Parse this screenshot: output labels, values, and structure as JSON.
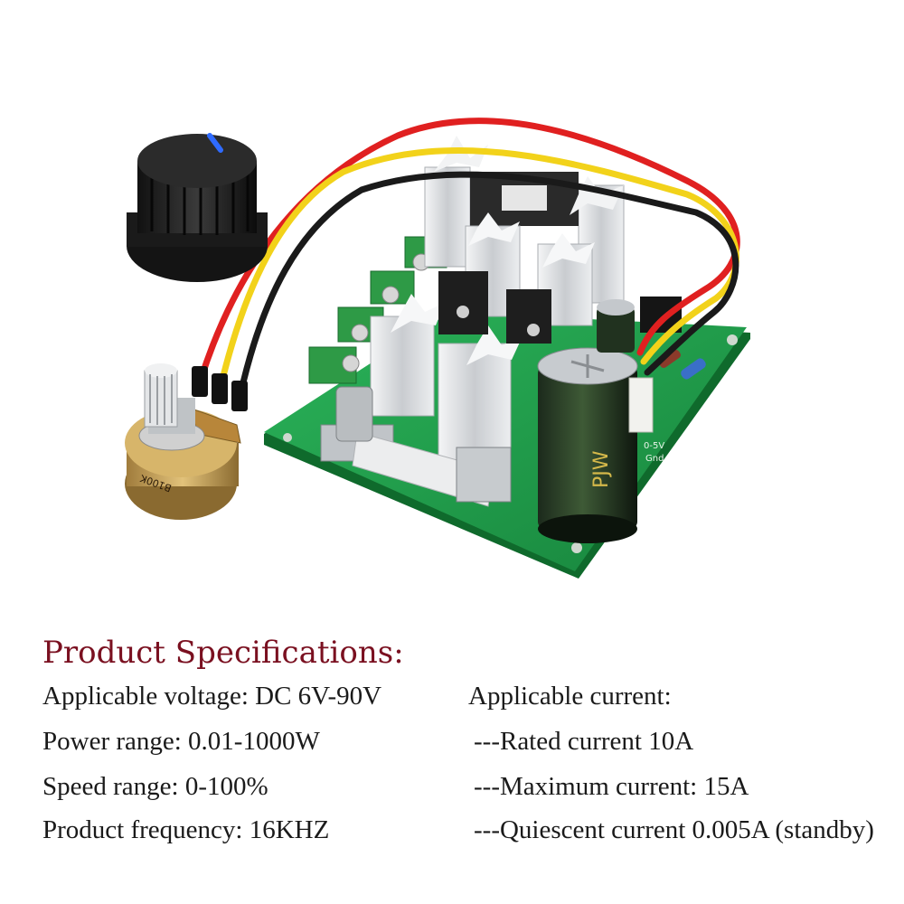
{
  "product_image": {
    "pot_marking": "B100K",
    "capacitor_marking": "PJW",
    "pcb_pin_labels": [
      "0-5V",
      "Gnd"
    ]
  },
  "specs": {
    "title": "Product Specifications:",
    "left": [
      "Applicable voltage: DC 6V-90V",
      "Power range: 0.01-1000W",
      "Speed range: 0-100%",
      "Product frequency: 16KHZ"
    ],
    "right_heading": "Applicable current:",
    "right": [
      "---Rated current 10A",
      "---Maximum current: 15A",
      "---Quiescent current 0.005A (standby)"
    ]
  },
  "colors": {
    "title": "#7a1020",
    "text": "#1a1a1a",
    "pcb": "#1f9a4a",
    "heatsink": "#d8dadc",
    "wire_red": "#e02020",
    "wire_yellow": "#f2d21a",
    "wire_black": "#1a1a1a"
  }
}
